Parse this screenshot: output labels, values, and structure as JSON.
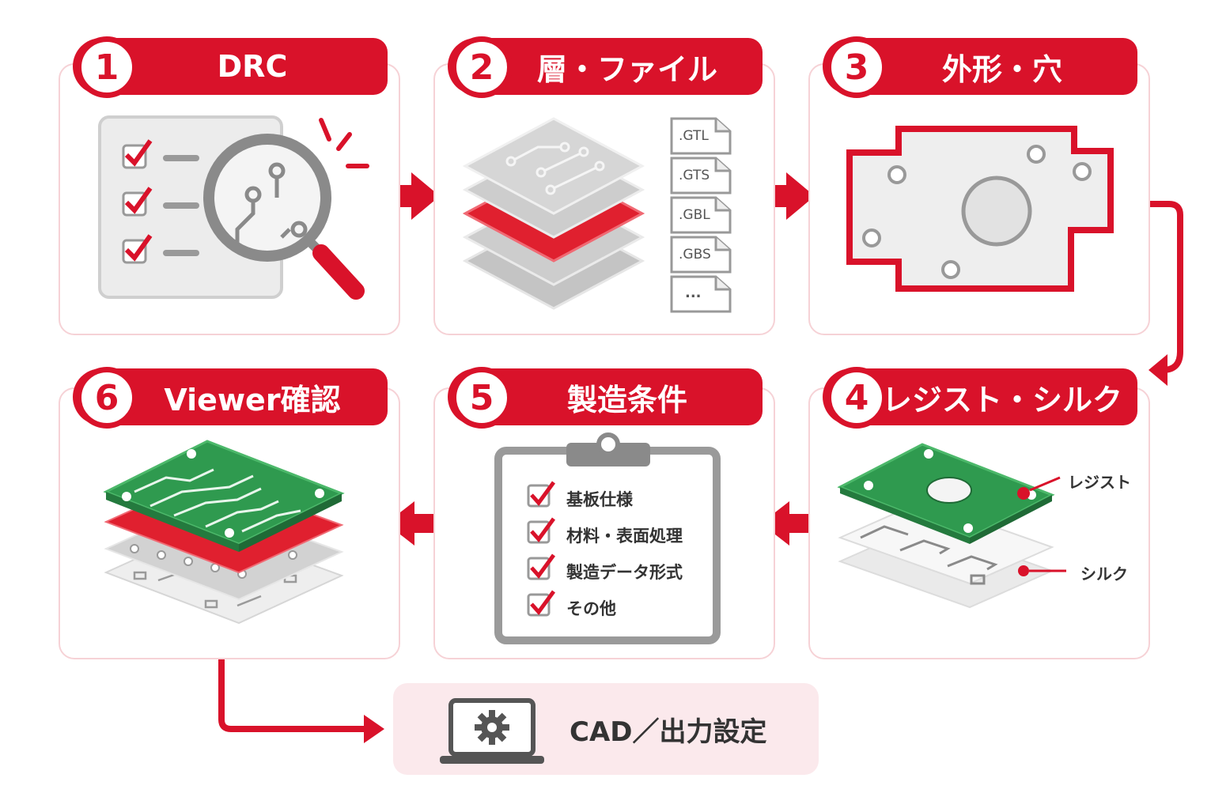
{
  "steps": [
    {
      "number": "1",
      "title": "DRC"
    },
    {
      "number": "2",
      "title": "層・ファイル"
    },
    {
      "number": "3",
      "title": "外形・穴"
    },
    {
      "number": "4",
      "title": "レジスト・シルク"
    },
    {
      "number": "5",
      "title": "製造条件"
    },
    {
      "number": "6",
      "title": "Viewer確認"
    }
  ],
  "files": [
    ".GTL",
    ".GTS",
    ".GBL",
    ".GBS",
    "..."
  ],
  "checklist": [
    "基板仕様",
    "材料・表面処理",
    "製造データ形式",
    "その他"
  ],
  "layer_labels": {
    "resist": "レジスト",
    "silk": "シルク"
  },
  "output": {
    "label": "CAD／出力設定",
    "icon": "laptop-gear-icon"
  },
  "colors": {
    "accent": "#d9122a",
    "pcb_green": "#2f9a4f",
    "gray": "#c9c9c9",
    "card_border": "#f6d2d6",
    "output_bg": "#fbe9ec"
  }
}
